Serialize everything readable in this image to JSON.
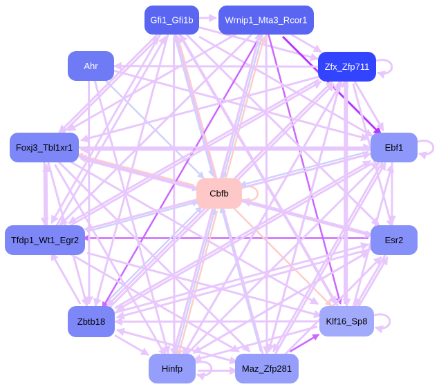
{
  "nodes": [
    {
      "id": "Gfi1_Gfi1b",
      "label": "Gfi1_Gfi1b",
      "fill": "#5a66f2",
      "text": "#ffffff"
    },
    {
      "id": "Wrnip1_Mta3_Rcor1",
      "label": "Wrnip1_Mta3_Rcor1",
      "fill": "#5a66f2",
      "text": "#ffffff"
    },
    {
      "id": "Zfx_Zfp711",
      "label": "Zfx_Zfp711",
      "fill": "#3344ff",
      "text": "#ffffff"
    },
    {
      "id": "Ahr",
      "label": "Ahr",
      "fill": "#6f7af5",
      "text": "#ffffff"
    },
    {
      "id": "Foxj3_Tbl1xr1",
      "label": "Foxj3_Tbl1xr1",
      "fill": "#7d87f8",
      "text": "#000000"
    },
    {
      "id": "Ebf1",
      "label": "Ebf1",
      "fill": "#8e98fa",
      "text": "#000000"
    },
    {
      "id": "Cbfb",
      "label": "Cbfb",
      "fill": "#ffc8c8",
      "text": "#000000"
    },
    {
      "id": "Tfdp1_Wt1_Egr2",
      "label": "Tfdp1_Wt1_Egr2",
      "fill": "#7d87f8",
      "text": "#000000"
    },
    {
      "id": "Esr2",
      "label": "Esr2",
      "fill": "#8690f9",
      "text": "#000000"
    },
    {
      "id": "Zbtb18",
      "label": "Zbtb18",
      "fill": "#7d87f8",
      "text": "#000000"
    },
    {
      "id": "Klf16_Sp8",
      "label": "Klf16_Sp8",
      "fill": "#a2aafc",
      "text": "#000000"
    },
    {
      "id": "Hinfp",
      "label": "Hinfp",
      "fill": "#959ffb",
      "text": "#000000"
    },
    {
      "id": "Maz_Zfp281",
      "label": "Maz_Zfp281",
      "fill": "#959ffb",
      "text": "#000000"
    }
  ],
  "edge_colors": {
    "default": "#e8c8fc",
    "pink": "#ffccc8",
    "blue": "#cdd2fc",
    "purple": "#cc66ff",
    "dark": "#b833ff"
  },
  "edges": [
    [
      "Gfi1_Gfi1b",
      "Wrnip1_Mta3_Rcor1",
      "default"
    ],
    [
      "Wrnip1_Mta3_Rcor1",
      "Zfx_Zfp711",
      "default"
    ],
    [
      "Zfx_Zfp711",
      "Zfx_Zfp711",
      "default"
    ],
    [
      "Ebf1",
      "Ebf1",
      "default"
    ],
    [
      "Klf16_Sp8",
      "Klf16_Sp8",
      "default"
    ],
    [
      "Cbfb",
      "Cbfb",
      "pink"
    ],
    [
      "Hinfp",
      "Hinfp",
      "default"
    ],
    [
      "Gfi1_Gfi1b",
      "Zfx_Zfp711",
      "default"
    ],
    [
      "Wrnip1_Mta3_Rcor1",
      "Ebf1",
      "dark"
    ],
    [
      "Wrnip1_Mta3_Rcor1",
      "Klf16_Sp8",
      "purple"
    ],
    [
      "Zfx_Zfp711",
      "Ahr",
      "default"
    ],
    [
      "Ebf1",
      "Foxj3_Tbl1xr1",
      "default"
    ],
    [
      "Esr2",
      "Tfdp1_Wt1_Egr2",
      "purple"
    ],
    [
      "Klf16_Sp8",
      "Zbtb18",
      "default"
    ],
    [
      "Hinfp",
      "Maz_Zfp281",
      "default"
    ],
    [
      "Maz_Zfp281",
      "Klf16_Sp8",
      "purple"
    ],
    [
      "Ahr",
      "Cbfb",
      "blue"
    ],
    [
      "Foxj3_Tbl1xr1",
      "Cbfb",
      "blue"
    ],
    [
      "Cbfb",
      "Foxj3_Tbl1xr1",
      "pink"
    ],
    [
      "Cbfb",
      "Tfdp1_Wt1_Egr2",
      "pink"
    ],
    [
      "Tfdp1_Wt1_Egr2",
      "Cbfb",
      "blue"
    ],
    [
      "Zbtb18",
      "Cbfb",
      "blue"
    ],
    [
      "Hinfp",
      "Cbfb",
      "blue"
    ],
    [
      "Cbfb",
      "Hinfp",
      "pink"
    ],
    [
      "Maz_Zfp281",
      "Cbfb",
      "blue"
    ],
    [
      "Cbfb",
      "Klf16_Sp8",
      "pink"
    ],
    [
      "Esr2",
      "Cbfb",
      "blue"
    ],
    [
      "Ebf1",
      "Cbfb",
      "blue"
    ],
    [
      "Cbfb",
      "Zfx_Zfp711",
      "pink"
    ],
    [
      "Cbfb",
      "Gfi1_Gfi1b",
      "pink"
    ],
    [
      "Gfi1_Gfi1b",
      "Cbfb",
      "blue"
    ],
    [
      "Wrnip1_Mta3_Rcor1",
      "Cbfb",
      "blue"
    ],
    [
      "Cbfb",
      "Wrnip1_Mta3_Rcor1",
      "pink"
    ],
    [
      "Ahr",
      "Zbtb18",
      "default"
    ],
    [
      "Foxj3_Tbl1xr1",
      "Tfdp1_Wt1_Egr2",
      "default"
    ],
    [
      "Tfdp1_Wt1_Egr2",
      "Foxj3_Tbl1xr1",
      "default"
    ],
    [
      "Zbtb18",
      "Tfdp1_Wt1_Egr2",
      "default"
    ],
    [
      "Zbtb18",
      "Hinfp",
      "default"
    ],
    [
      "Zbtb18",
      "Maz_Zfp281",
      "default"
    ],
    [
      "Ebf1",
      "Esr2",
      "default"
    ],
    [
      "Esr2",
      "Klf16_Sp8",
      "default"
    ],
    [
      "Klf16_Sp8",
      "Esr2",
      "default"
    ],
    [
      "Zfx_Zfp711",
      "Ebf1",
      "default"
    ],
    [
      "Gfi1_Gfi1b",
      "Foxj3_Tbl1xr1",
      "default"
    ],
    [
      "Foxj3_Tbl1xr1",
      "Gfi1_Gfi1b",
      "default"
    ],
    [
      "Gfi1_Gfi1b",
      "Tfdp1_Wt1_Egr2",
      "default"
    ],
    [
      "Gfi1_Gfi1b",
      "Zbtb18",
      "default"
    ],
    [
      "Gfi1_Gfi1b",
      "Hinfp",
      "default"
    ],
    [
      "Gfi1_Gfi1b",
      "Klf16_Sp8",
      "default"
    ],
    [
      "Gfi1_Gfi1b",
      "Esr2",
      "default"
    ],
    [
      "Gfi1_Gfi1b",
      "Ebf1",
      "default"
    ],
    [
      "Wrnip1_Mta3_Rcor1",
      "Foxj3_Tbl1xr1",
      "default"
    ],
    [
      "Wrnip1_Mta3_Rcor1",
      "Tfdp1_Wt1_Egr2",
      "default"
    ],
    [
      "Wrnip1_Mta3_Rcor1",
      "Zbtb18",
      "purple"
    ],
    [
      "Wrnip1_Mta3_Rcor1",
      "Hinfp",
      "default"
    ],
    [
      "Wrnip1_Mta3_Rcor1",
      "Maz_Zfp281",
      "default"
    ],
    [
      "Zfx_Zfp711",
      "Foxj3_Tbl1xr1",
      "default"
    ],
    [
      "Zfx_Zfp711",
      "Tfdp1_Wt1_Egr2",
      "default"
    ],
    [
      "Zfx_Zfp711",
      "Zbtb18",
      "default"
    ],
    [
      "Zfx_Zfp711",
      "Hinfp",
      "default"
    ],
    [
      "Zfx_Zfp711",
      "Maz_Zfp281",
      "default"
    ],
    [
      "Zfx_Zfp711",
      "Klf16_Sp8",
      "default"
    ],
    [
      "Zfx_Zfp711",
      "Esr2",
      "default"
    ],
    [
      "Ahr",
      "Ebf1",
      "default"
    ],
    [
      "Foxj3_Tbl1xr1",
      "Ebf1",
      "default"
    ],
    [
      "Foxj3_Tbl1xr1",
      "Esr2",
      "default"
    ],
    [
      "Foxj3_Tbl1xr1",
      "Klf16_Sp8",
      "default"
    ],
    [
      "Foxj3_Tbl1xr1",
      "Zbtb18",
      "default"
    ],
    [
      "Foxj3_Tbl1xr1",
      "Hinfp",
      "default"
    ],
    [
      "Foxj3_Tbl1xr1",
      "Maz_Zfp281",
      "default"
    ],
    [
      "Tfdp1_Wt1_Egr2",
      "Ebf1",
      "default"
    ],
    [
      "Tfdp1_Wt1_Egr2",
      "Klf16_Sp8",
      "default"
    ],
    [
      "Tfdp1_Wt1_Egr2",
      "Maz_Zfp281",
      "default"
    ],
    [
      "Tfdp1_Wt1_Egr2",
      "Zfx_Zfp711",
      "default"
    ],
    [
      "Tfdp1_Wt1_Egr2",
      "Gfi1_Gfi1b",
      "default"
    ],
    [
      "Zbtb18",
      "Esr2",
      "default"
    ],
    [
      "Zbtb18",
      "Ebf1",
      "default"
    ],
    [
      "Zbtb18",
      "Zfx_Zfp711",
      "default"
    ],
    [
      "Hinfp",
      "Esr2",
      "default"
    ],
    [
      "Hinfp",
      "Ebf1",
      "default"
    ],
    [
      "Hinfp",
      "Zfx_Zfp711",
      "default"
    ],
    [
      "Hinfp",
      "Wrnip1_Mta3_Rcor1",
      "default"
    ],
    [
      "Maz_Zfp281",
      "Ebf1",
      "default"
    ],
    [
      "Maz_Zfp281",
      "Esr2",
      "default"
    ],
    [
      "Maz_Zfp281",
      "Zfx_Zfp711",
      "default"
    ],
    [
      "Maz_Zfp281",
      "Gfi1_Gfi1b",
      "default"
    ],
    [
      "Maz_Zfp281",
      "Zbtb18",
      "default"
    ],
    [
      "Klf16_Sp8",
      "Hinfp",
      "default"
    ],
    [
      "Klf16_Sp8",
      "Gfi1_Gfi1b",
      "default"
    ],
    [
      "Klf16_Sp8",
      "Ebf1",
      "default"
    ],
    [
      "Klf16_Sp8",
      "Zfx_Zfp711",
      "default"
    ],
    [
      "Ebf1",
      "Tfdp1_Wt1_Egr2",
      "default"
    ],
    [
      "Ebf1",
      "Zbtb18",
      "default"
    ],
    [
      "Ebf1",
      "Maz_Zfp281",
      "default"
    ],
    [
      "Esr2",
      "Foxj3_Tbl1xr1",
      "default"
    ],
    [
      "Esr2",
      "Zbtb18",
      "default"
    ],
    [
      "Esr2",
      "Hinfp",
      "default"
    ],
    [
      "Ahr",
      "Hinfp",
      "default"
    ]
  ]
}
